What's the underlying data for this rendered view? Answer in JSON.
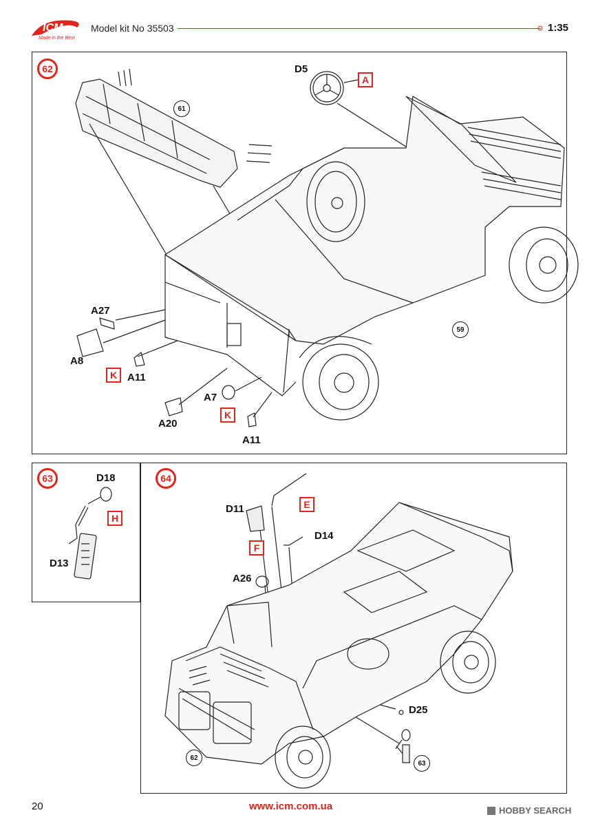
{
  "header": {
    "brand_logo_text": "ICM",
    "brand_tagline": "Made in the Best",
    "kit_title": "Model kit No 35503",
    "scale": "1:35"
  },
  "steps": {
    "s62": {
      "number": "62",
      "ref_61": "61",
      "ref_59": "59",
      "labels": {
        "d5": "D5",
        "a27": "A27",
        "a8": "A8",
        "a11a": "A11",
        "a20": "A20",
        "a7": "A7",
        "a11b": "A11"
      },
      "callouts": {
        "a": "A",
        "k1": "K",
        "k2": "K"
      }
    },
    "s63": {
      "number": "63",
      "labels": {
        "d18": "D18",
        "d13": "D13"
      },
      "callouts": {
        "h": "H"
      }
    },
    "s64": {
      "number": "64",
      "ref_62": "62",
      "ref_63": "63",
      "labels": {
        "d11": "D11",
        "d14": "D14",
        "a26": "A26",
        "d25": "D25"
      },
      "callouts": {
        "e": "E",
        "f": "F"
      }
    }
  },
  "footer": {
    "page_number": "20",
    "website": "www.icm.com.ua",
    "watermark": "HOBBY SEARCH"
  },
  "colors": {
    "accent": "#e1251b",
    "line": "#222222"
  }
}
